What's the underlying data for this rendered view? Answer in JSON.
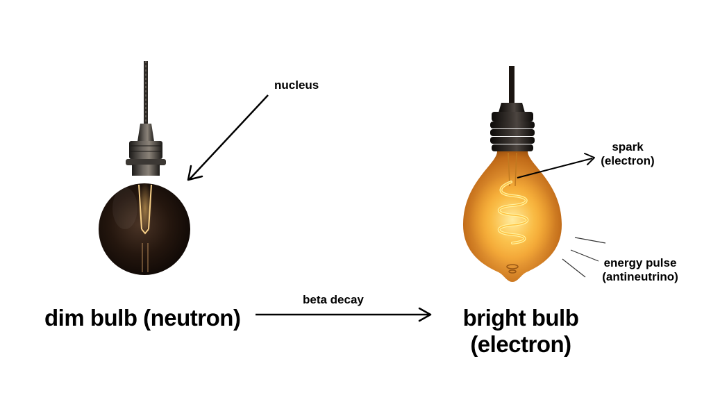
{
  "labels": {
    "nucleus": "nucleus",
    "spark_line1": "spark",
    "spark_line2": "(electron)",
    "energy_line1": "energy pulse",
    "energy_line2": "(antineutrino)",
    "arrow_label": "beta decay",
    "dim_caption": "dim bulb (neutron)",
    "bright_line1": "bright bulb",
    "bright_line2": "(electron)"
  },
  "colors": {
    "text": "#000000",
    "dim_glass": "#1e120c",
    "bright_glass": "#e5982f",
    "filament": "#ffd34d",
    "socket": "#2a2622"
  }
}
